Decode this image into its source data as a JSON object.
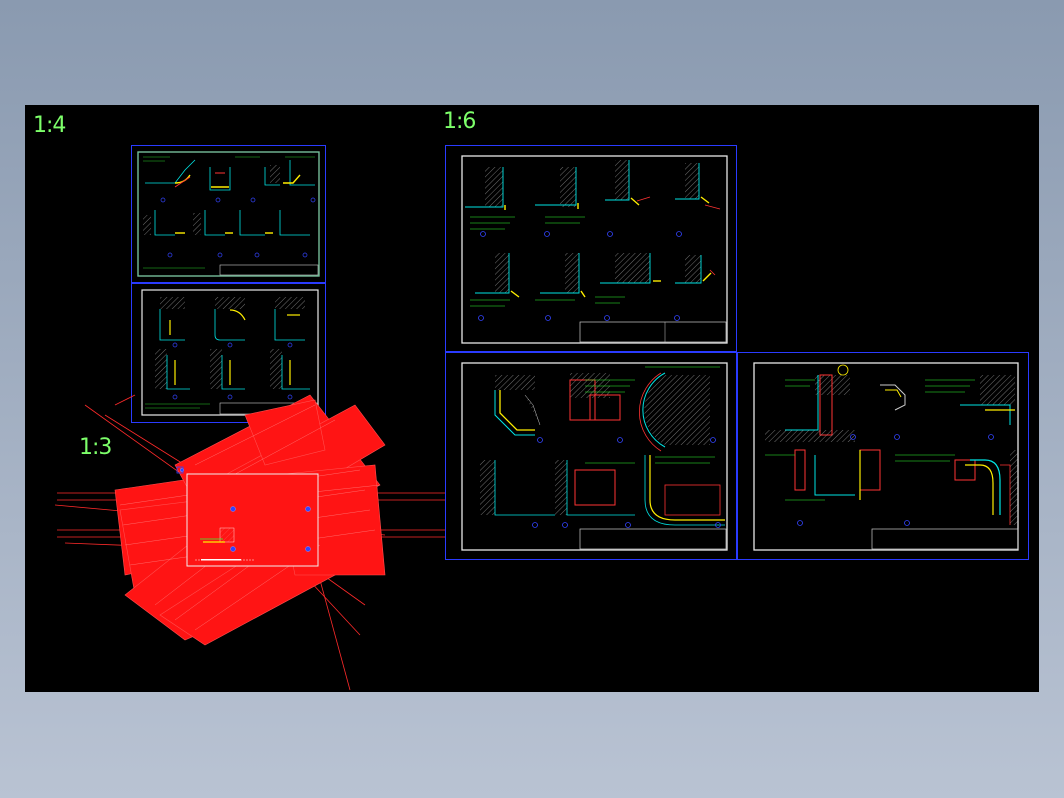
{
  "scale_labels": {
    "s1": "1:4",
    "s2": "1:6",
    "s3": "1:3"
  },
  "colors": {
    "background_window": "#8a9ab0",
    "canvas": "#000000",
    "frame": "#2a3bff",
    "sheet_border": "#e8e8e8",
    "label": "#7dff6a",
    "red_block": "#ff1a1a",
    "cyan": "#00e5e5",
    "green": "#33ff33",
    "yellow": "#ffee00",
    "magenta": "#ff33ff"
  },
  "icons": [
    "drawing-sheet-thumbnail",
    "red-exploded-geometry",
    "vertex-grip-icon"
  ]
}
